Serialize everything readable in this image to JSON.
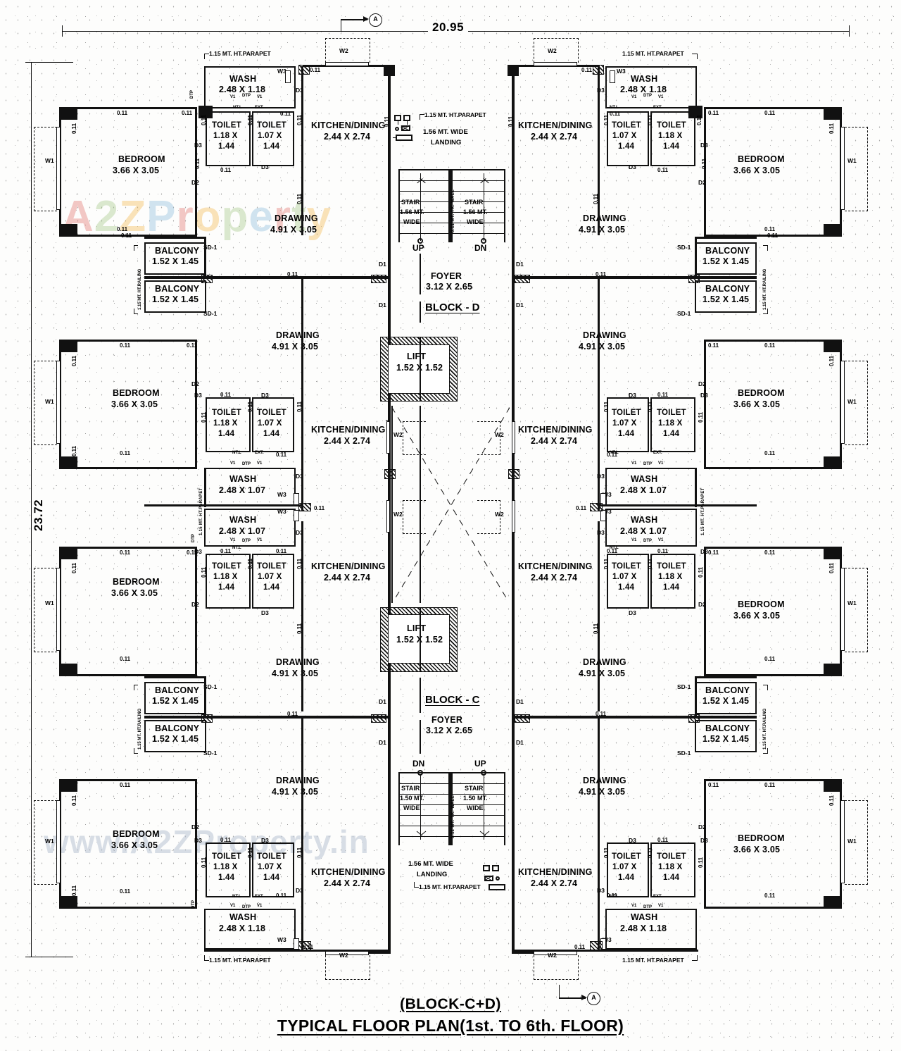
{
  "title": {
    "line1": "(BLOCK-C+D)",
    "line2": "TYPICAL FLOOR PLAN(1st. TO 6th. FLOOR)"
  },
  "watermark": {
    "brand": "A2Z Property",
    "url": "www.A2ZProperty.in",
    "brand_letters": [
      "A",
      "2",
      "Z",
      "P",
      "r",
      "o",
      "p",
      "e",
      "r",
      "t",
      "y"
    ],
    "brand_colors": [
      "#e0645e",
      "#9ac27a",
      "#f2b23c",
      "#7fb5d8",
      "#e0645e",
      "#f2b23c",
      "#9ac27a",
      "#7fb5d8",
      "#e0645e",
      "#9ac27a",
      "#f2b23c"
    ]
  },
  "overall_dimensions": {
    "width": "20.95",
    "height": "23.72",
    "grid_label": "A"
  },
  "blocks": [
    {
      "name": "BLOCK - D",
      "foyer_label": "FOYER",
      "foyer_size": "3.12 X 2.65"
    },
    {
      "name": "BLOCK - C",
      "foyer_label": "FOYER",
      "foyer_size": "3.12 X 2.65"
    }
  ],
  "core": {
    "lift_label": "LIFT",
    "lift_size": "1.52 X 1.52",
    "landing": "1.56 MT. WIDE",
    "landing2": "LANDING",
    "parapet": "1.15 MT. HT.PARAPET",
    "stair_label": "STAIR",
    "stair_width_d": "1.56 MT.",
    "stair_width_c": "1.50 MT.",
    "stair_wide": "WIDE",
    "up": "UP",
    "dn": "DN"
  },
  "rooms": {
    "bedroom": {
      "name": "BEDROOM",
      "size": "3.66 X 3.05"
    },
    "drawing": {
      "name": "DRAWING",
      "size": "4.91 X 3.05"
    },
    "kitchen": {
      "name": "KITCHEN/DINING",
      "size": "2.44 X 2.74"
    },
    "toilet_a": {
      "name": "TOILET",
      "size_l1": "1.18 X",
      "size_l2": "1.44"
    },
    "toilet_b": {
      "name": "TOILET",
      "size_l1": "1.07 X",
      "size_l2": "1.44"
    },
    "wash_top": {
      "name": "WASH",
      "size": "2.48 X 1.18"
    },
    "wash_mid": {
      "name": "WASH",
      "size": "2.48 X 1.07"
    },
    "balcony": {
      "name": "BALCONY",
      "size": "1.52 X 1.45"
    }
  },
  "annotations": {
    "wall_thickness": "0.11",
    "parapet": "1.15 MT. HT.PARAPET",
    "railing": "1.15 MT. HT.RAILING",
    "ntl": "NT.L",
    "ext": "EXT.",
    "dtp": "DTP",
    "v1": "V1"
  },
  "openings": {
    "w1": "W1",
    "w2": "W2",
    "w3": "W3",
    "d1": "D1",
    "d2": "D2",
    "d3": "D3",
    "sd1": "SD-1"
  }
}
